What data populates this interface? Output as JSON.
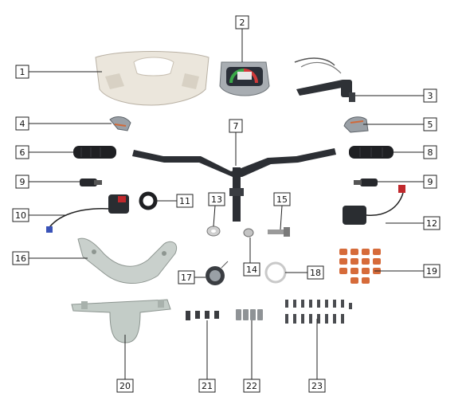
{
  "callouts": [
    {
      "id": 1,
      "label": "1",
      "part": "front-cover"
    },
    {
      "id": 2,
      "label": "2",
      "part": "speedometer"
    },
    {
      "id": 3,
      "label": "3",
      "part": "brake-lever"
    },
    {
      "id": 4,
      "label": "4",
      "part": "left-bracket"
    },
    {
      "id": 5,
      "label": "5",
      "part": "right-bracket"
    },
    {
      "id": 6,
      "label": "6",
      "part": "left-grip"
    },
    {
      "id": 7,
      "label": "7",
      "part": "handlebar"
    },
    {
      "id": 8,
      "label": "8",
      "part": "right-grip"
    },
    {
      "id": 9,
      "label": "9",
      "part": "left-bar-end"
    },
    {
      "id": 9,
      "label": "9",
      "part": "right-bar-end"
    },
    {
      "id": 10,
      "label": "10",
      "part": "left-switch"
    },
    {
      "id": 11,
      "label": "11",
      "part": "ring"
    },
    {
      "id": 12,
      "label": "12",
      "part": "right-switch"
    },
    {
      "id": 13,
      "label": "13",
      "part": "washer-small"
    },
    {
      "id": 14,
      "label": "14",
      "part": "nut"
    },
    {
      "id": 15,
      "label": "15",
      "part": "bolt"
    },
    {
      "id": 16,
      "label": "16",
      "part": "upper-rear-cover"
    },
    {
      "id": 17,
      "label": "17",
      "part": "ignition"
    },
    {
      "id": 18,
      "label": "18",
      "part": "o-ring"
    },
    {
      "id": 19,
      "label": "19",
      "part": "clips"
    },
    {
      "id": 20,
      "label": "20",
      "part": "lower-cover"
    },
    {
      "id": 21,
      "label": "21",
      "part": "screws-a"
    },
    {
      "id": 22,
      "label": "22",
      "part": "clips-b"
    },
    {
      "id": 23,
      "label": "23",
      "part": "screws-c"
    }
  ],
  "colors": {
    "plastic": "#e9e4da",
    "cover_grey": "#c9d0cc",
    "metal": "#2f3237",
    "rubber": "#202124",
    "orange_clip": "#d66b3a",
    "red_switch": "#c0282c",
    "blue_wire": "#3a53b8"
  }
}
